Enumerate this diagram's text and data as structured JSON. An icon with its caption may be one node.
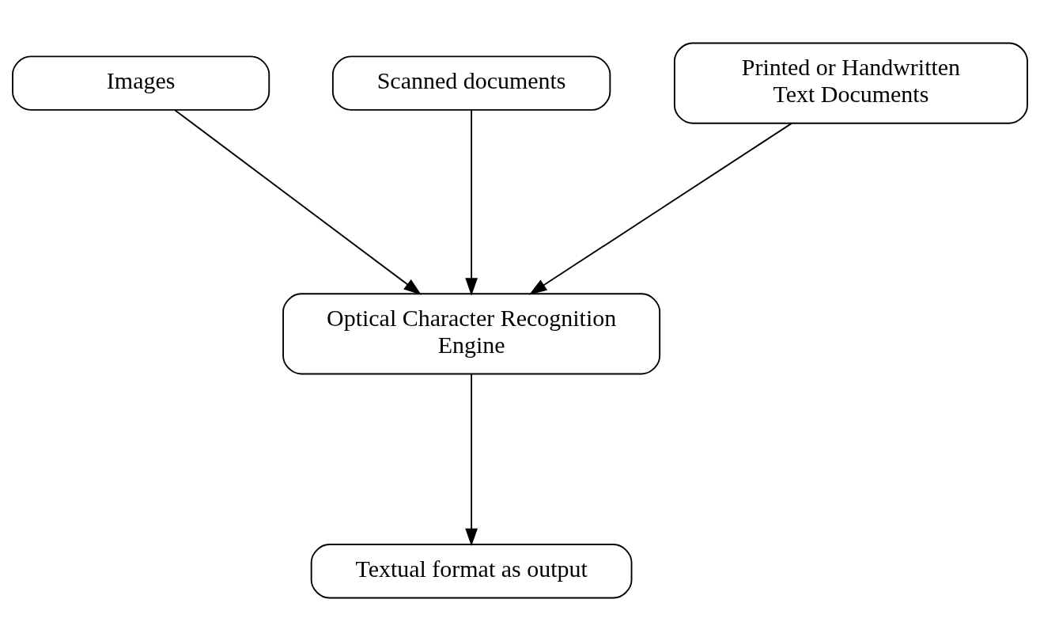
{
  "diagram": {
    "nodes": [
      {
        "text": [
          "Images"
        ]
      },
      {
        "text": [
          "Scanned documents"
        ]
      },
      {
        "text": [
          "Printed or Handwritten Text Documents"
        ]
      },
      {
        "text": [
          "Optical Character Recognition Engine"
        ]
      },
      {
        "text": [
          "Textual format as output"
        ]
      }
    ],
    "edges": [
      {
        "from": 0,
        "to": 3,
        "arrow": "to"
      },
      {
        "from": 1,
        "to": 3,
        "arrow": "to"
      },
      {
        "from": 2,
        "to": 3,
        "arrow": "to"
      },
      {
        "from": 3,
        "to": 4,
        "arrow": "to"
      }
    ]
  }
}
